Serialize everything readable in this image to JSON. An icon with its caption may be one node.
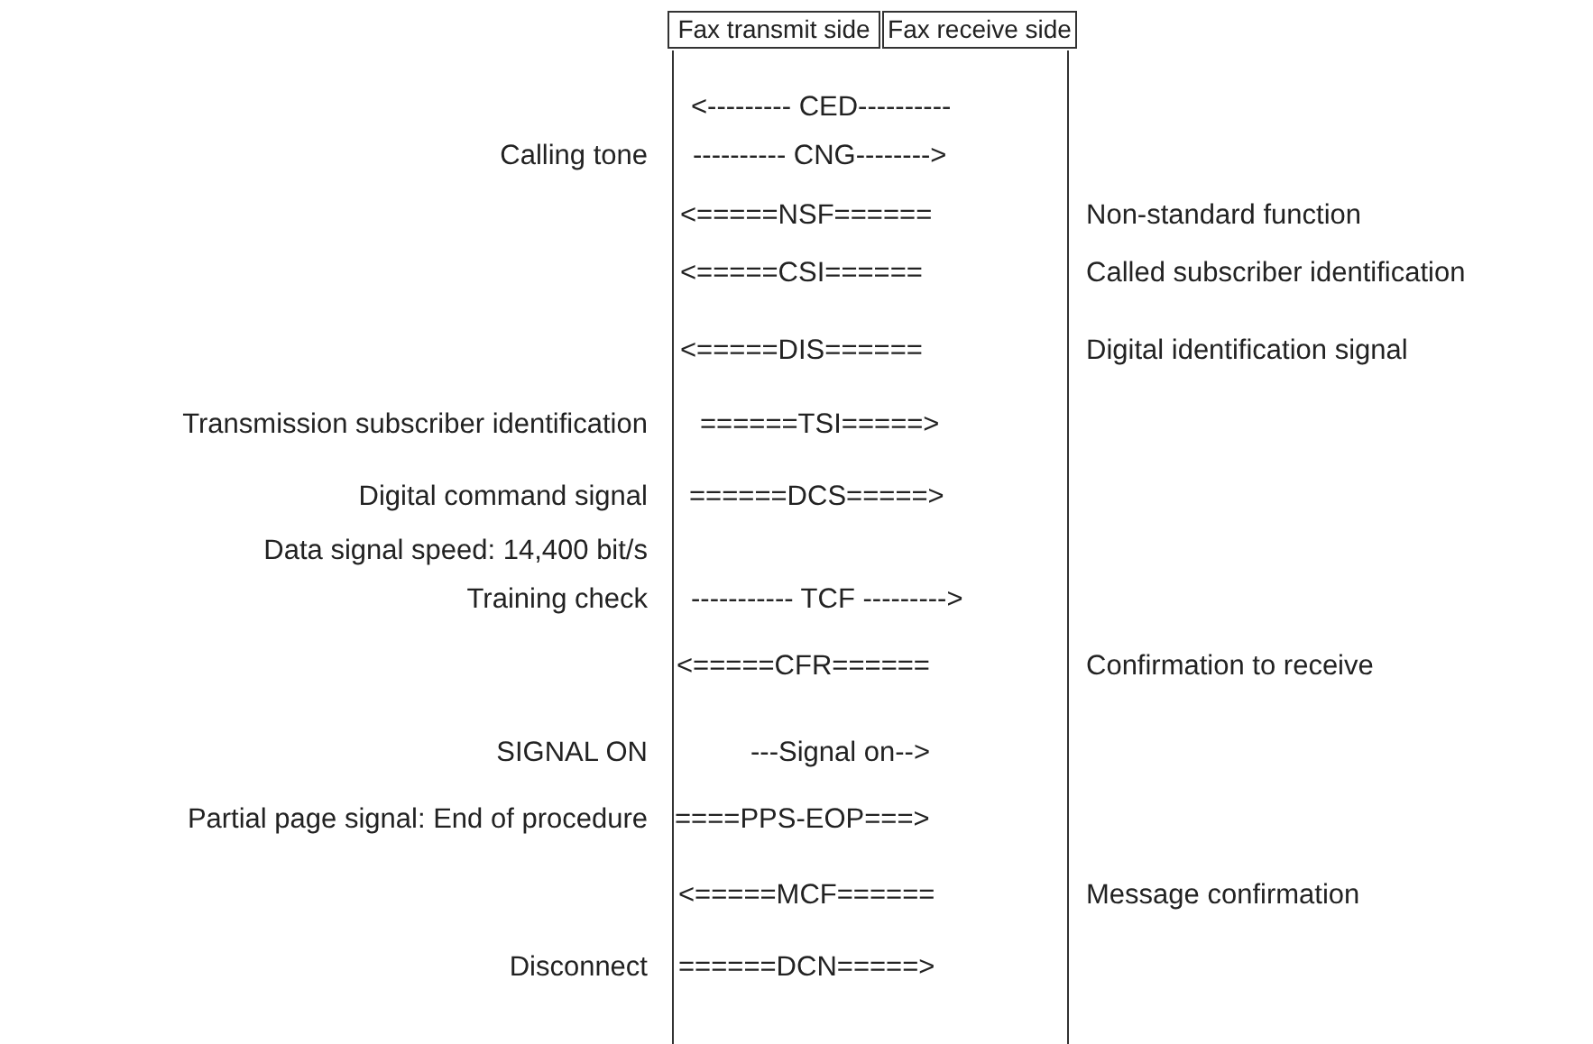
{
  "diagram": {
    "nodes": [
      {
        "text": [
          "Fax transmit side"
        ]
      },
      {
        "text": [
          "Fax receive side"
        ]
      }
    ],
    "labels": [
      "<--------- CED----------",
      "Calling tone",
      "---------- CNG-------->",
      "<=====NSF======",
      "Non-standard function",
      "<=====CSI======",
      "Called subscriber identification",
      "<=====DIS======",
      "Digital identification signal",
      "Transmission subscriber identification",
      "======TSI=====>",
      "Digital command signal",
      "======DCS=====>",
      "Data signal speed: 14,400 bit/s",
      "Training check",
      "----------- TCF --------->",
      "<=====CFR======",
      "Confirmation to receive",
      "SIGNAL ON",
      "---Signal on-->",
      "Partial page signal: End of procedure",
      "====PPS-EOP===>",
      "<=====MCF======",
      "Message confirmation",
      "Disconnect",
      "======DCN=====>"
    ]
  }
}
